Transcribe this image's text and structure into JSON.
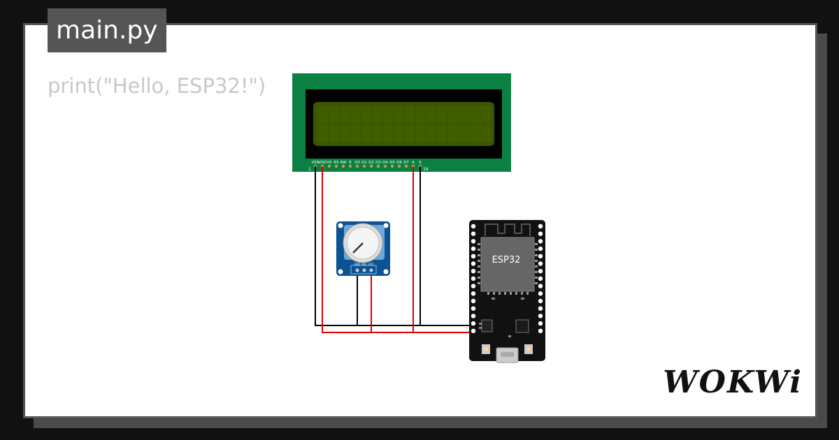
{
  "file_tab": {
    "label": "main.py"
  },
  "code": {
    "line1": "print(\"Hello, ESP32!\")"
  },
  "lcd": {
    "pin_labels": [
      "VSS",
      "VDD",
      "V0",
      "RS",
      "RW",
      "E",
      "D0",
      "D1",
      "D2",
      "D3",
      "D4",
      "D5",
      "D6",
      "D7",
      "A",
      "K"
    ],
    "pin_first": "1",
    "pin_last": "16",
    "bezel_color": "#0b8043",
    "screen_color": "#3b5700"
  },
  "potentiometer": {
    "pin_labels": [
      "GND",
      "SIG",
      "VCC"
    ],
    "board_color": "#0b5394"
  },
  "esp32": {
    "chip_label": "ESP32",
    "board_color": "#111111"
  },
  "wires": {
    "ground_color": "#000000",
    "power_color": "#dd0000"
  },
  "brand": {
    "logo": "WOKWi"
  }
}
